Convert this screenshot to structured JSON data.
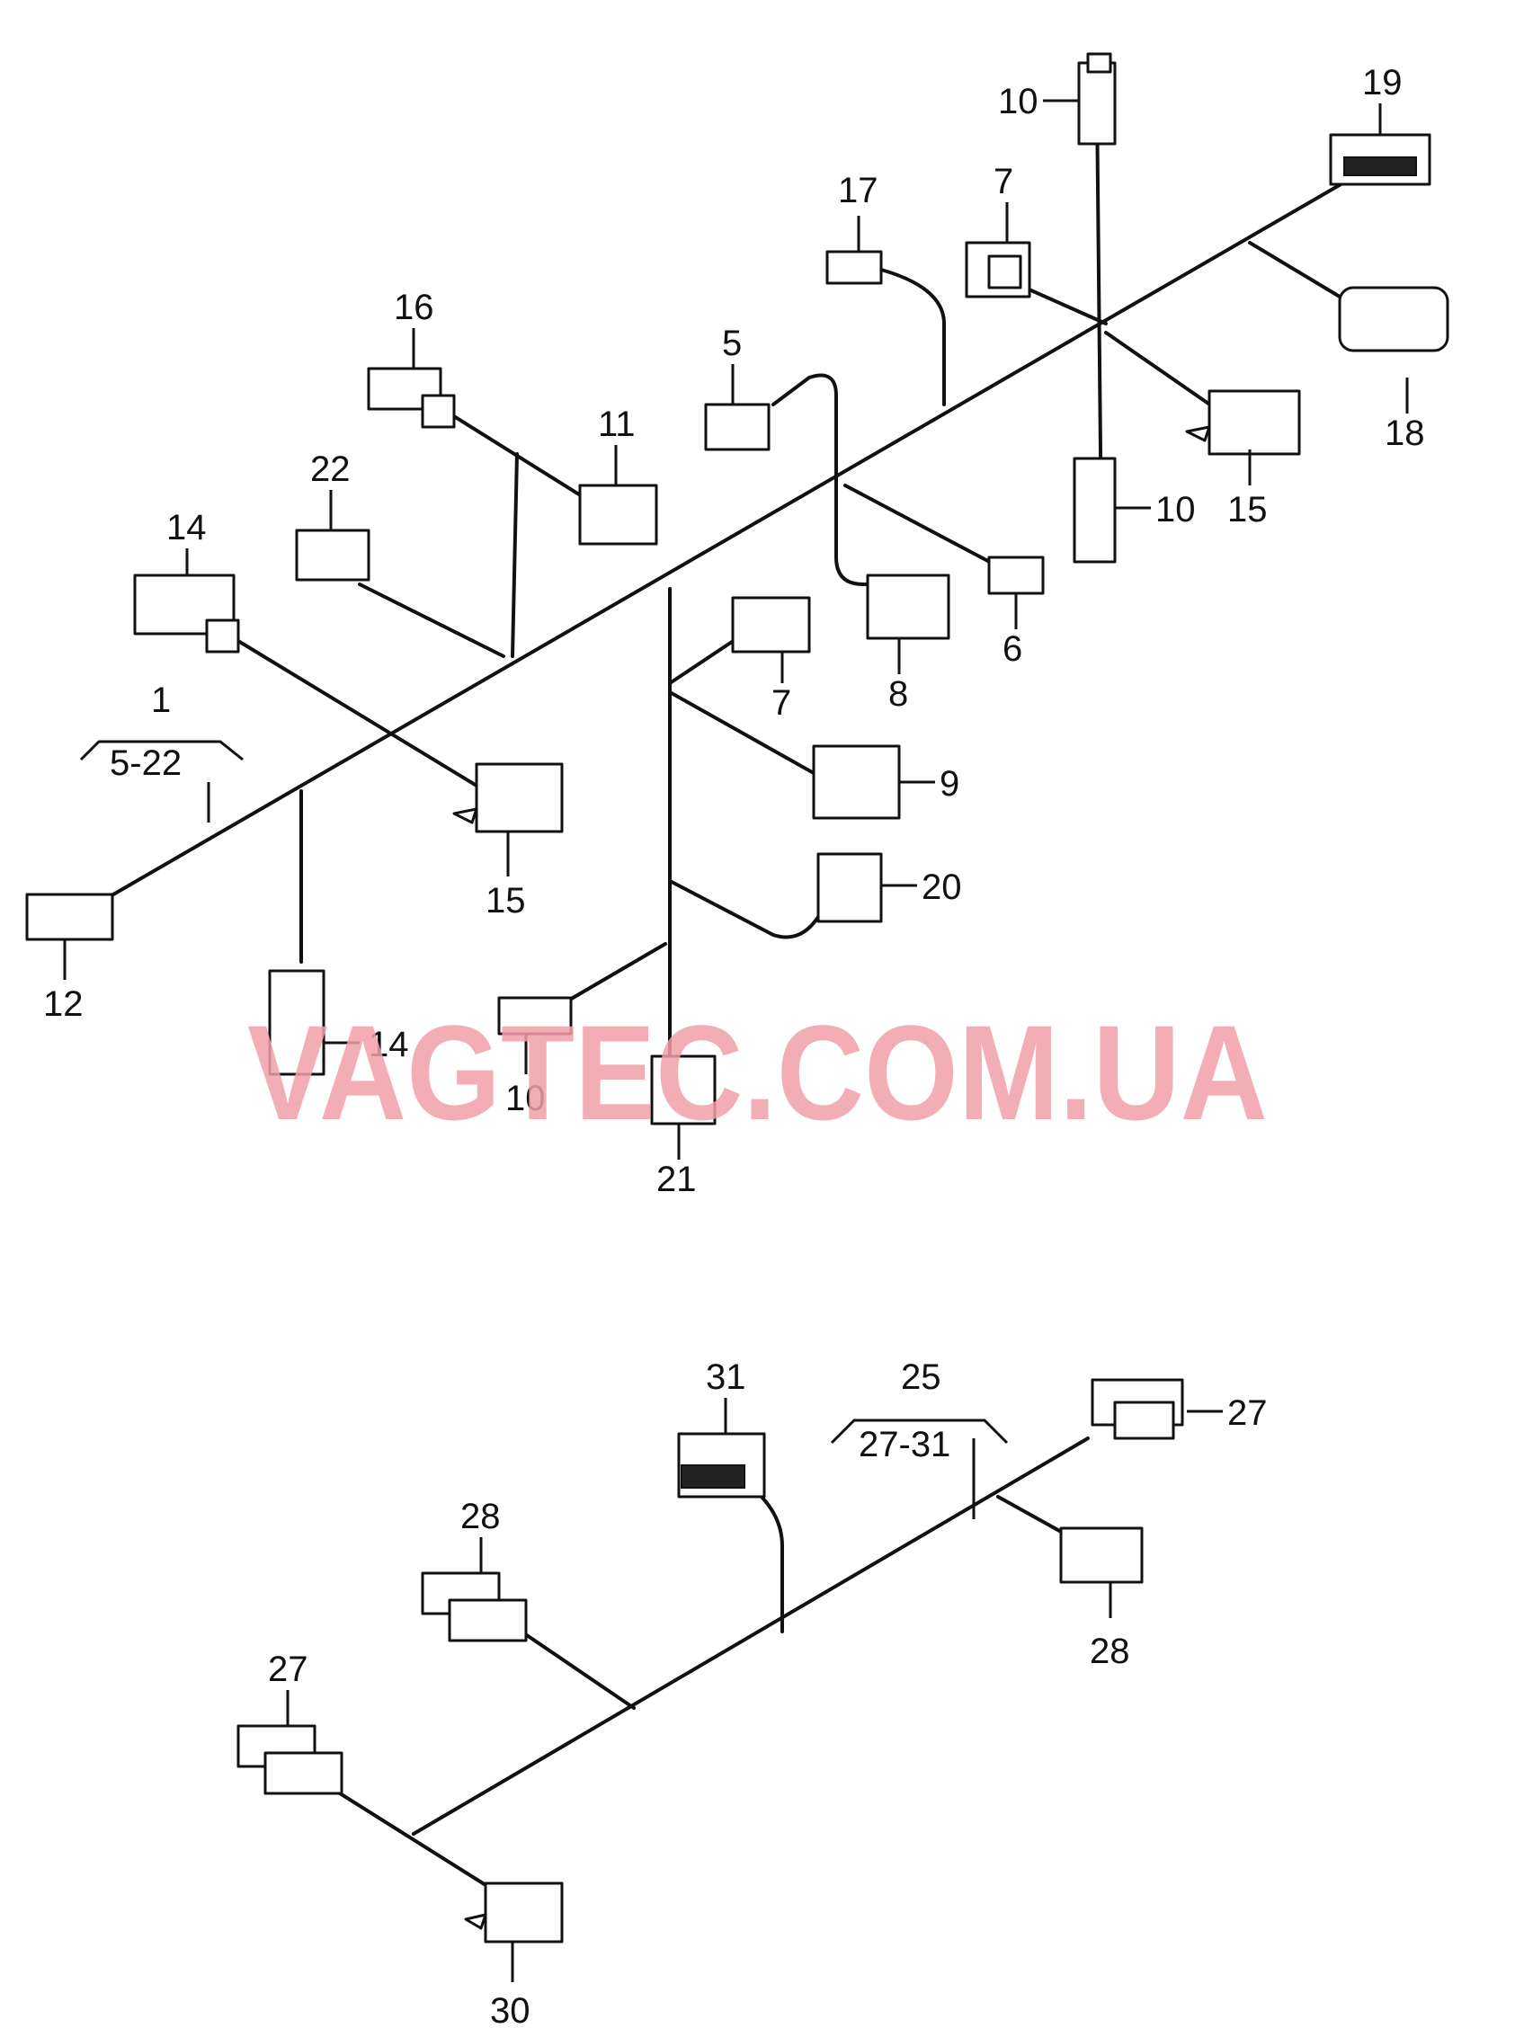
{
  "watermark": {
    "text": "VAGTEC.COM.UA",
    "color": "#f0a0a8"
  },
  "groups": [
    {
      "number": "1",
      "range": "5-22"
    },
    {
      "number": "25",
      "range": "27-31"
    }
  ],
  "callouts": {
    "c10a": "10",
    "c19": "19",
    "c17": "17",
    "c7a": "7",
    "c16": "16",
    "c5": "5",
    "c11": "11",
    "c22": "22",
    "c18": "18",
    "c15a": "15",
    "c10b": "10",
    "c14a": "14",
    "c6": "6",
    "c8": "8",
    "c7b": "7",
    "c9": "9",
    "c15b": "15",
    "c20": "20",
    "c12": "12",
    "c14b": "14",
    "c10c": "10",
    "c21": "21",
    "c31": "31",
    "c27a": "27",
    "c28a": "28",
    "c27b": "27",
    "c28b": "28",
    "c30": "30"
  }
}
